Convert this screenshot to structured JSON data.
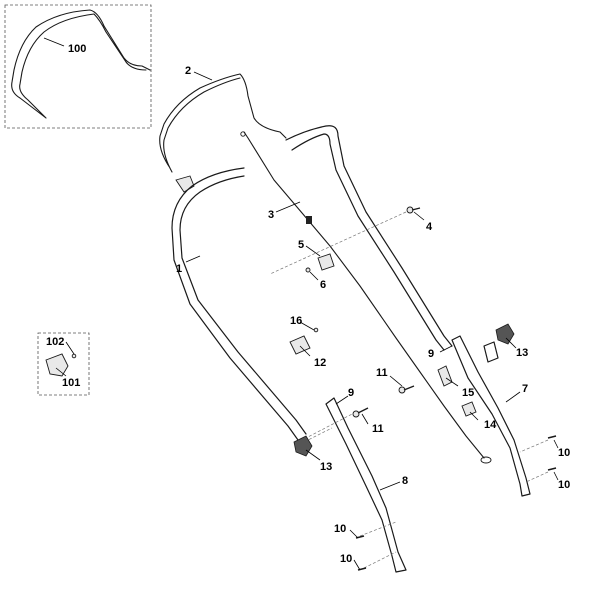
{
  "diagram": {
    "callouts": [
      {
        "id": "c100",
        "text": "100"
      },
      {
        "id": "c2",
        "text": "2"
      },
      {
        "id": "c3",
        "text": "3"
      },
      {
        "id": "c4",
        "text": "4"
      },
      {
        "id": "c5",
        "text": "5"
      },
      {
        "id": "c1",
        "text": "1"
      },
      {
        "id": "c6",
        "text": "6"
      },
      {
        "id": "c16",
        "text": "16"
      },
      {
        "id": "c12",
        "text": "12"
      },
      {
        "id": "c102",
        "text": "102"
      },
      {
        "id": "c101",
        "text": "101"
      },
      {
        "id": "c9a",
        "text": "9"
      },
      {
        "id": "c13a",
        "text": "13"
      },
      {
        "id": "c11a",
        "text": "11"
      },
      {
        "id": "c15",
        "text": "15"
      },
      {
        "id": "c7",
        "text": "7"
      },
      {
        "id": "c9b",
        "text": "9"
      },
      {
        "id": "c11b",
        "text": "11"
      },
      {
        "id": "c14",
        "text": "14"
      },
      {
        "id": "c13b",
        "text": "13"
      },
      {
        "id": "c10a",
        "text": "10"
      },
      {
        "id": "c10b",
        "text": "10"
      },
      {
        "id": "c8",
        "text": "8"
      },
      {
        "id": "c10c",
        "text": "10"
      },
      {
        "id": "c10d",
        "text": "10"
      }
    ]
  }
}
